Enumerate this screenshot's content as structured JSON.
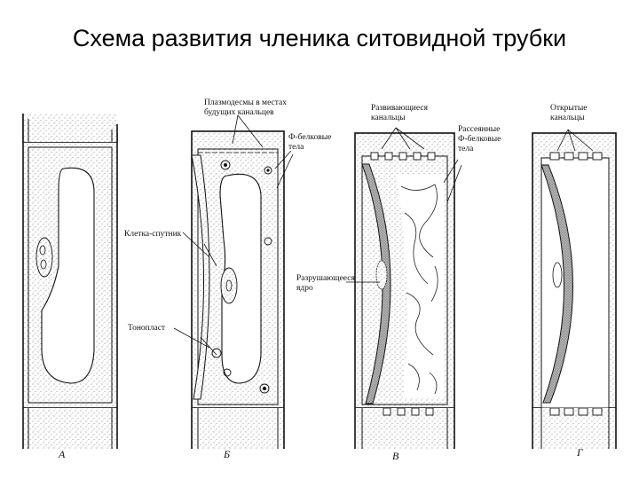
{
  "title": "Схема развития членика ситовидной трубки",
  "labels": {
    "plasmodesmata_line1": "Плазмодесмы в местах",
    "plasmodesmata_line2": "будущих канальцев",
    "p_protein_line1": "Ф-белковые",
    "p_protein_line2": "тела",
    "companion_cell": "Клетка-спутник",
    "tonoplast": "Тонопласт",
    "developing_line1": "Развивающиеся",
    "developing_line2": "канальцы",
    "dispersed_line1": "Рассеянные",
    "dispersed_line2": "Ф-белковые",
    "dispersed_line3": "тела",
    "degenerating_line1": "Разрушающееся",
    "degenerating_line2": "ядро",
    "open_line1": "Открытые",
    "open_line2": "канальцы"
  },
  "panels": [
    "А",
    "Б",
    "В",
    "Г"
  ],
  "colors": {
    "ink": "#111111",
    "stipple": "#555555",
    "dense": "#9a9a9a",
    "background": "#ffffff"
  }
}
